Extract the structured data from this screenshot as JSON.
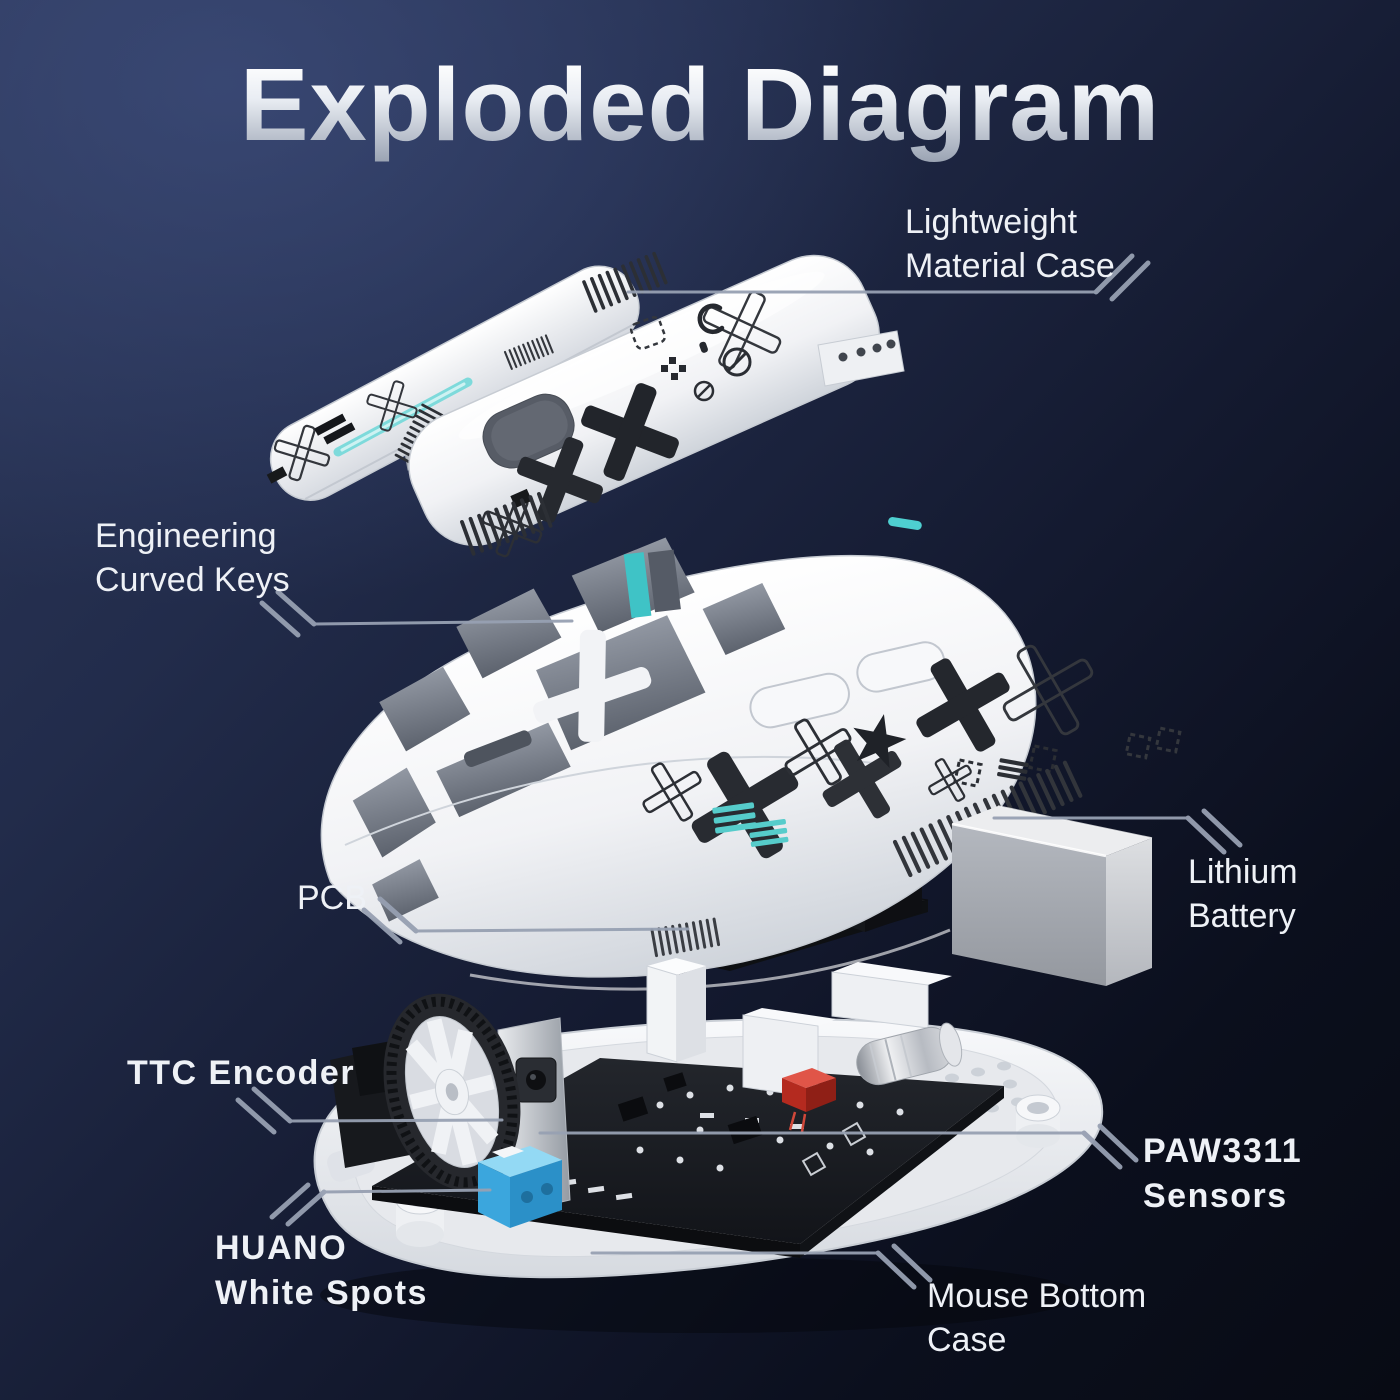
{
  "title": "Exploded Diagram",
  "labels": {
    "lightweight_case": {
      "line1": "Lightweight",
      "line2": "Material Case"
    },
    "curved_keys": {
      "line1": "Engineering",
      "line2": "Curved Keys"
    },
    "pcb": {
      "line1": "PCB"
    },
    "battery": {
      "line1": "Lithium",
      "line2": "Battery"
    },
    "ttc_encoder": {
      "line1": "TTC Encoder"
    },
    "paw_sensors": {
      "line1": "PAW3311",
      "line2": "Sensors"
    },
    "huano_spots": {
      "line1": "HUANO",
      "line2": "White Spots"
    },
    "bottom_case": {
      "line1": "Mouse Bottom",
      "line2": "Case"
    }
  },
  "colors": {
    "background_top_left": "#2c3759",
    "background_bottom_right": "#080b14",
    "title_gradient_top": "#ffffff",
    "title_gradient_bottom": "#98a1b1",
    "label_text": "#eef1f6",
    "leader_line": "#97a0b2",
    "shell_white": "#f4f5f7",
    "pattern_black": "#26292f",
    "accent_teal": "#4ecfd0",
    "switch_blue": "#3fa9e0",
    "battery_silver": "#b7bbc2",
    "pcb_black": "#17191d"
  }
}
